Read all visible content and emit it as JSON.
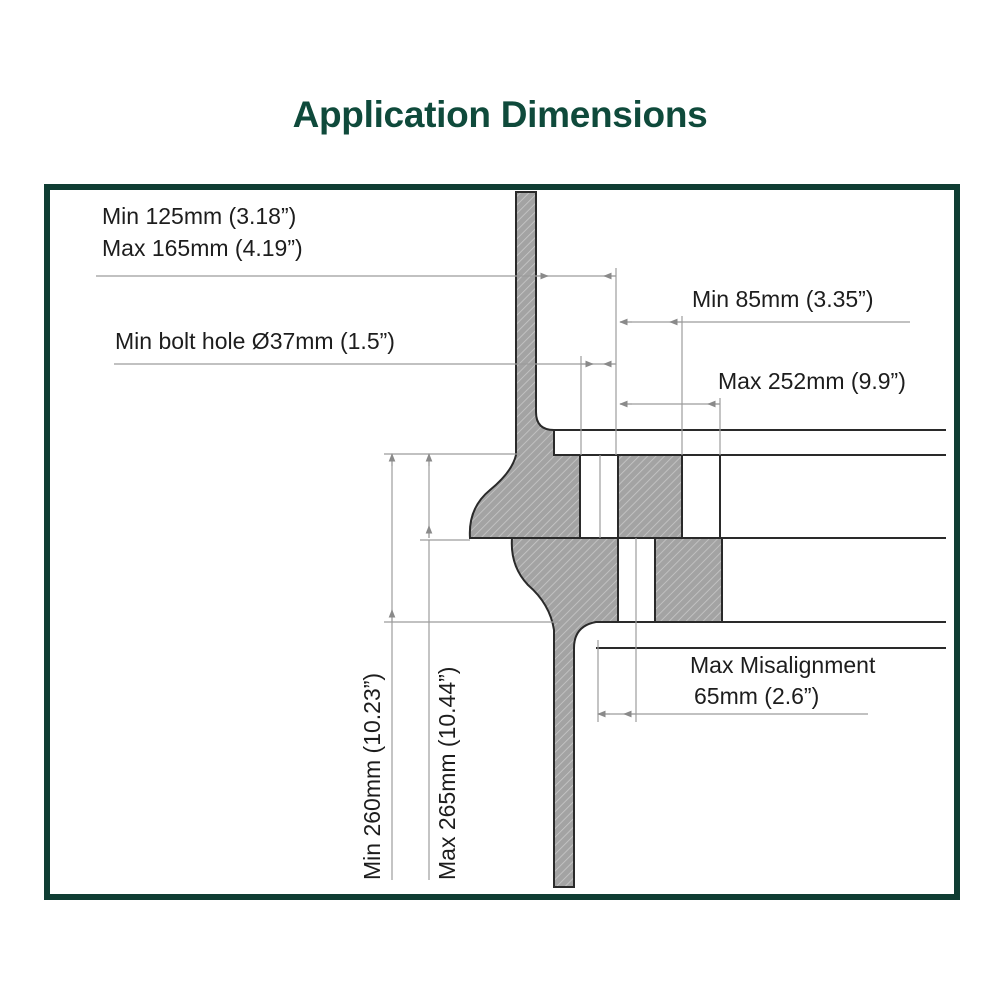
{
  "title": "Application Dimensions",
  "colors": {
    "title": "#0f4a3b",
    "frame": "#0f3d33",
    "hatch": "#9a9a9a",
    "line": "#1e1e1e",
    "dim": "#9c9c9c"
  },
  "dimensions": {
    "pcd_min": "Min 125mm (3.18”)",
    "pcd_max": "Max 165mm (4.19”)",
    "min_85": "Min 85mm (3.35”)",
    "bolt_hole": "Min bolt hole Ø37mm (1.5”)",
    "max_252": "Max 252mm (9.9”)",
    "misalign_1": "Max Misalignment",
    "misalign_2": "65mm (2.6”)",
    "min_260": "Min 260mm (10.23”)",
    "max_265": "Max 265mm (10.44”)"
  }
}
